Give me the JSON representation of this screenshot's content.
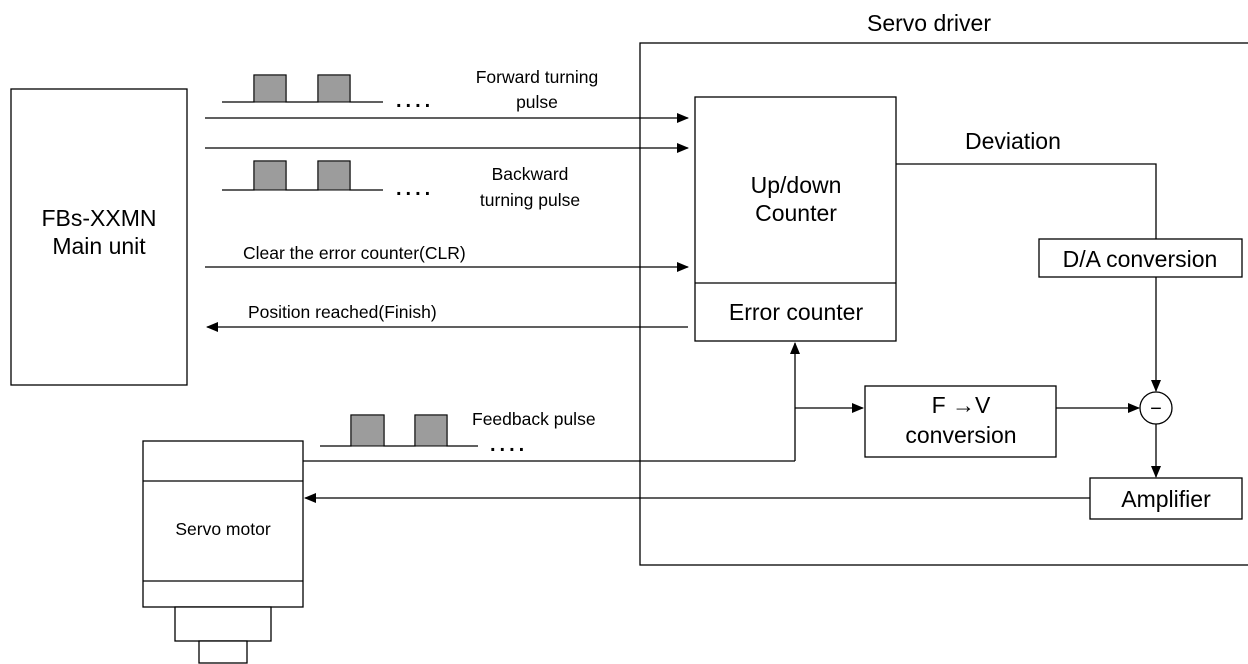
{
  "servo_driver": {
    "title": "Servo driver"
  },
  "main_unit": {
    "line1": "FBs-XXMN",
    "line2": "Main unit"
  },
  "signals": {
    "forward_line1": "Forward turning",
    "forward_line2": "pulse",
    "backward_line1": "Backward",
    "backward_line2": "turning pulse",
    "clear": "Clear the error counter(CLR)",
    "position": "Position reached(Finish)",
    "feedback": "Feedback pulse",
    "deviation": "Deviation",
    "ellipsis": "...."
  },
  "blocks": {
    "counter_line1": "Up/down",
    "counter_line2": "Counter",
    "error_counter": "Error counter",
    "da": "D/A conversion",
    "fv_line1": "F →V",
    "fv_line2": "conversion",
    "amplifier": "Amplifier",
    "minus": "−",
    "servo_motor": "Servo motor"
  }
}
